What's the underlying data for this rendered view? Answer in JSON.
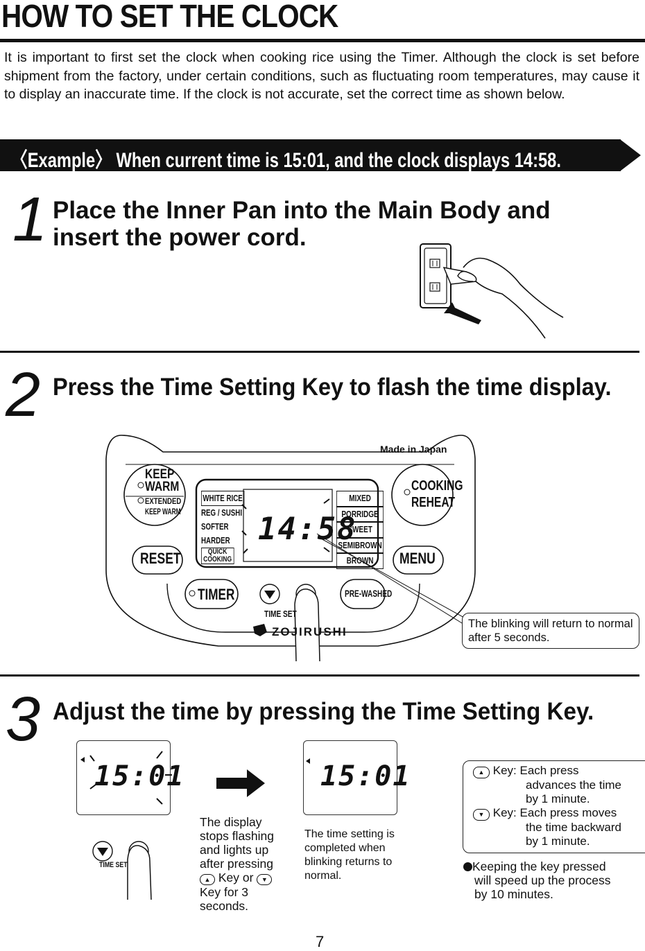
{
  "title": "HOW TO SET THE CLOCK",
  "intro": "It is important to first set the clock when cooking rice using the Timer. Although the clock is set before shipment from the factory, under certain conditions, such as fluctuating room temperatures, may cause it to display an inaccurate time. If the clock is not accurate, set the correct time as shown below.",
  "example": "〈Example〉 When current time is 15:01, and the clock displays 14:58.",
  "steps": [
    {
      "number": "1",
      "heading_line1": "Place the Inner Pan into the Main Body and",
      "heading_line2": "insert the power cord."
    },
    {
      "number": "2",
      "heading": "Press the Time Setting Key to flash the time display."
    },
    {
      "number": "3",
      "heading": "Adjust the time by pressing the Time Setting Key."
    }
  ],
  "panel": {
    "made_in": "Made in Japan",
    "keep_warm_1": "KEEP",
    "keep_warm_2": "WARM",
    "extended_1": "EXTENDED",
    "extended_2": "KEEP WARM",
    "cooking": "COOKING",
    "reheat": "REHEAT",
    "reset": "RESET",
    "menu": "MENU",
    "timer": "TIMER",
    "prewashed": "PRE-WASHED",
    "time_set": "TIME SET",
    "brand": "ZOJIRUSHI",
    "display_time": "14:58",
    "menu_left": [
      "WHITE RICE",
      "REG / SUSHI",
      "SOFTER",
      "HARDER",
      "QUICK",
      "COOKING"
    ],
    "menu_right": [
      "MIXED",
      "PORRIDGE",
      "SWEET",
      "SEMIBROWN",
      "BROWN"
    ]
  },
  "blink_callout": "The blinking will return to normal after 5 seconds.",
  "step3": {
    "display_before": "15:01",
    "display_after": "15:01",
    "time_set_label": "TIME SET",
    "stops_flashing": [
      "The display",
      "stops flashing",
      "and lights up",
      "after pressing"
    ],
    "key_or": "Key or",
    "key_for": "Key for 3",
    "seconds": "seconds.",
    "completed": [
      "The time setting is",
      "completed when",
      "blinking returns to",
      "normal."
    ],
    "up_key": "Key: Each press",
    "up_key_2": "advances the time",
    "up_key_3": "by 1 minute.",
    "down_key": "Key: Each press moves",
    "down_key_2": "the time backward",
    "down_key_3": "by 1 minute.",
    "keeping_1": "Keeping the key pressed",
    "keeping_2": "will speed up the process",
    "keeping_3": "by 10 minutes."
  },
  "page_number": "7"
}
